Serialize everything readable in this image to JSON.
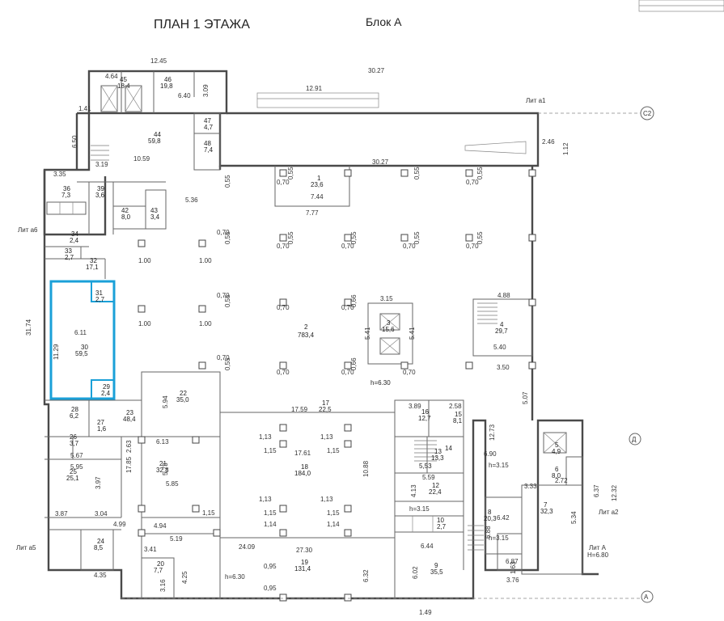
{
  "header": {
    "title": "ПЛАН 1 ЭТАЖА",
    "block": "Блок А"
  },
  "lit_labels": {
    "a1": "Лит а1",
    "a6": "Лит а6",
    "a2": "Лит а2",
    "a5": "Лит а5",
    "litA": "Лит А",
    "litA_height": "H=6.80"
  },
  "axes": {
    "c2": "C2",
    "d": "Д",
    "a": "А"
  },
  "main_hall": {
    "number": "2",
    "area": "783,4",
    "height": "h=6.30"
  },
  "rooms": [
    {
      "number": "1",
      "area": "23,6"
    },
    {
      "number": "3",
      "area": "15,6"
    },
    {
      "number": "4",
      "area": "29,7"
    },
    {
      "number": "5",
      "area": "4,9"
    },
    {
      "number": "6",
      "area": "8,0"
    },
    {
      "number": "7",
      "area": "32,3"
    },
    {
      "number": "8",
      "area": "20,3"
    },
    {
      "number": "9",
      "area": "35,5"
    },
    {
      "number": "10",
      "area": "2,7"
    },
    {
      "number": "12",
      "area": "22,4"
    },
    {
      "number": "13",
      "area": "13,3"
    },
    {
      "number": "14",
      "area": "5,53"
    },
    {
      "number": "15",
      "area": "8,1"
    },
    {
      "number": "16",
      "area": "12,7"
    },
    {
      "number": "17",
      "area": "22,5"
    },
    {
      "number": "18",
      "area": "184,0"
    },
    {
      "number": "19",
      "area": "131,4"
    },
    {
      "number": "20",
      "area": "7,7"
    },
    {
      "number": "21",
      "area": "32,8"
    },
    {
      "number": "22",
      "area": "35,0"
    },
    {
      "number": "23",
      "area": "48,4"
    },
    {
      "number": "24",
      "area": "8,5"
    },
    {
      "number": "25",
      "area": "25,1"
    },
    {
      "number": "26",
      "area": "3,7"
    },
    {
      "number": "27",
      "area": "1,6"
    },
    {
      "number": "28",
      "area": "6,2"
    },
    {
      "number": "29",
      "area": "2,4"
    },
    {
      "number": "30",
      "area": "59,5"
    },
    {
      "number": "31",
      "area": "2,7"
    },
    {
      "number": "32",
      "area": "17,1"
    },
    {
      "number": "33",
      "area": "2,7"
    },
    {
      "number": "34",
      "area": "2,4"
    },
    {
      "number": "36",
      "area": "7,3"
    },
    {
      "number": "39",
      "area": "3,6"
    },
    {
      "number": "42",
      "area": "8,0"
    },
    {
      "number": "43",
      "area": "3,4"
    },
    {
      "number": "44",
      "area": "59,8"
    },
    {
      "number": "45",
      "area": "18,4"
    },
    {
      "number": "46",
      "area": "19,8"
    },
    {
      "number": "47",
      "area": "4,7"
    },
    {
      "number": "48",
      "area": "7,4"
    }
  ],
  "dims": {
    "top_12_45": "12.45",
    "top_30_27": "30.27",
    "top_12_91": "12.91",
    "mid_30_27": "30.27",
    "d_10_59": "10.59",
    "d_31_74": "31.74",
    "d_4_64": "4.64",
    "d_3_09": "3.09",
    "d_6_40": "6.40",
    "d_1_41": "1.41",
    "d_6_50": "6.50",
    "d_3_35": "3.35",
    "d_3_19": "3.19",
    "d_5_36": "5.36",
    "d_7_44": "7.44",
    "d_7_77": "7.77",
    "d_2_46": "2.46",
    "d_1_12": "1.12",
    "d_4_88": "4.88",
    "d_5_40": "5.40",
    "d_3_50": "3.50",
    "d_5_07": "5.07",
    "d_3_15": "3.15",
    "d_5_41": "5.41",
    "d_17_59": "17.59",
    "d_17_61": "17.61",
    "d_10_88": "10.88",
    "d_24_09": "24.09",
    "d_27_30": "27.30",
    "d_6_32": "6.32",
    "d_6_44": "6.44",
    "d_12_73": "12.73",
    "d_6_90": "6.90",
    "h_3_15": "h=3.15",
    "h_6_30": "h=6.30",
    "d_6_11": "6.11",
    "d_11_29": "11.29",
    "d_5_94": "5.94",
    "d_6_13": "6.13",
    "d_5_73": "5.73",
    "d_5_85": "5.85",
    "d_4_94": "4.94",
    "d_5_19": "5.19",
    "d_17_85": "17.85",
    "d_2_63": "2.63",
    "d_5_67": "5.67",
    "d_5_95": "5.95",
    "d_3_97": "3.97",
    "d_4_99": "4.99",
    "d_3_87": "3.87",
    "d_3_04": "3.04",
    "d_4_35": "4.35",
    "d_3_41": "3.41",
    "d_3_16": "3.16",
    "d_4_25": "4.25",
    "d_6_02": "6.02",
    "d_6_87": "6.87",
    "d_3_76": "3.76",
    "d_6_37": "6.37",
    "d_12_32": "12.32",
    "d_5_34": "5.34",
    "d_6_42": "6.42",
    "d_3_33": "3.33",
    "d_2_72": "2.72",
    "d_5_59": "5.59",
    "d_4_13": "4.13",
    "d_3_89": "3.89",
    "d_2_58": "2.58",
    "d_1_00": "1.00",
    "d_0_70": "0,70",
    "d_0_55": "0,55",
    "d_0_66": "0,66",
    "d_1_13": "1,13",
    "d_1_15": "1,15",
    "d_0_95": "0,95",
    "d_1_14": "1,14",
    "d_6_88": "6.88",
    "d_1_49": "1.49",
    "d_1_63": "1.63"
  }
}
